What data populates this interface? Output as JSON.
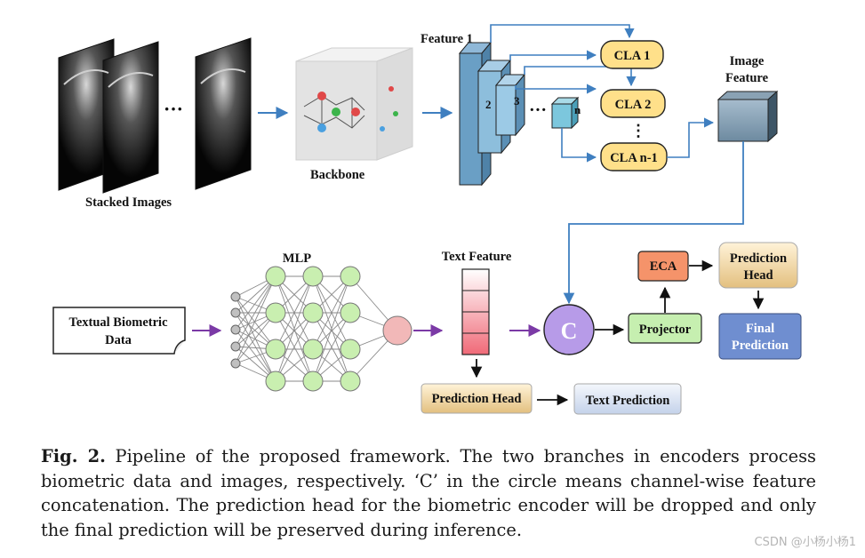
{
  "labels": {
    "stacked_images": "Stacked Images",
    "dots": "···",
    "backbone": "Backbone",
    "feature1": "Feature 1",
    "fm2": "2",
    "fm3": "3",
    "fmn": "n",
    "fm_dots": "···",
    "cla1": "CLA 1",
    "cla2": "CLA  2",
    "cla_dots": "⋮",
    "clan": "CLA  n-1",
    "image_feature_l1": "Image",
    "image_feature_l2": "Feature",
    "textual_l1": "Textual Biometric",
    "textual_l2": "Data",
    "mlp": "MLP",
    "text_feature": "Text Feature",
    "prediction_head_text": "Prediction Head",
    "text_prediction": "Text Prediction",
    "concat": "C",
    "projector": "Projector",
    "eca": "ECA",
    "pred_head_l1": "Prediction",
    "pred_head_l2": "Head",
    "final_l1": "Final",
    "final_l2": "Prediction"
  },
  "caption": {
    "fig_label": "Fig. 2.",
    "text": " Pipeline of the proposed framework. The two branches in encoders process biometric data and images, respectively. ‘C’ in the circle means channel-wise feature concatenation. The prediction head for the biometric encoder will be dropped and only the final prediction will be preserved during inference."
  },
  "watermark": "CSDN @小杨小杨1",
  "colors": {
    "blue_arrow": "#3f7fc0",
    "purple_arrow": "#7b3aa6",
    "cla_fill": "#ffe08a",
    "feature_map": "#6a9fc5",
    "mlp_node": "#c9efb0",
    "concat_fill": "#b79be8",
    "projector_fill": "#c6efb0",
    "eca_fill": "#f5936a",
    "final_fill": "#6f8ed0"
  }
}
